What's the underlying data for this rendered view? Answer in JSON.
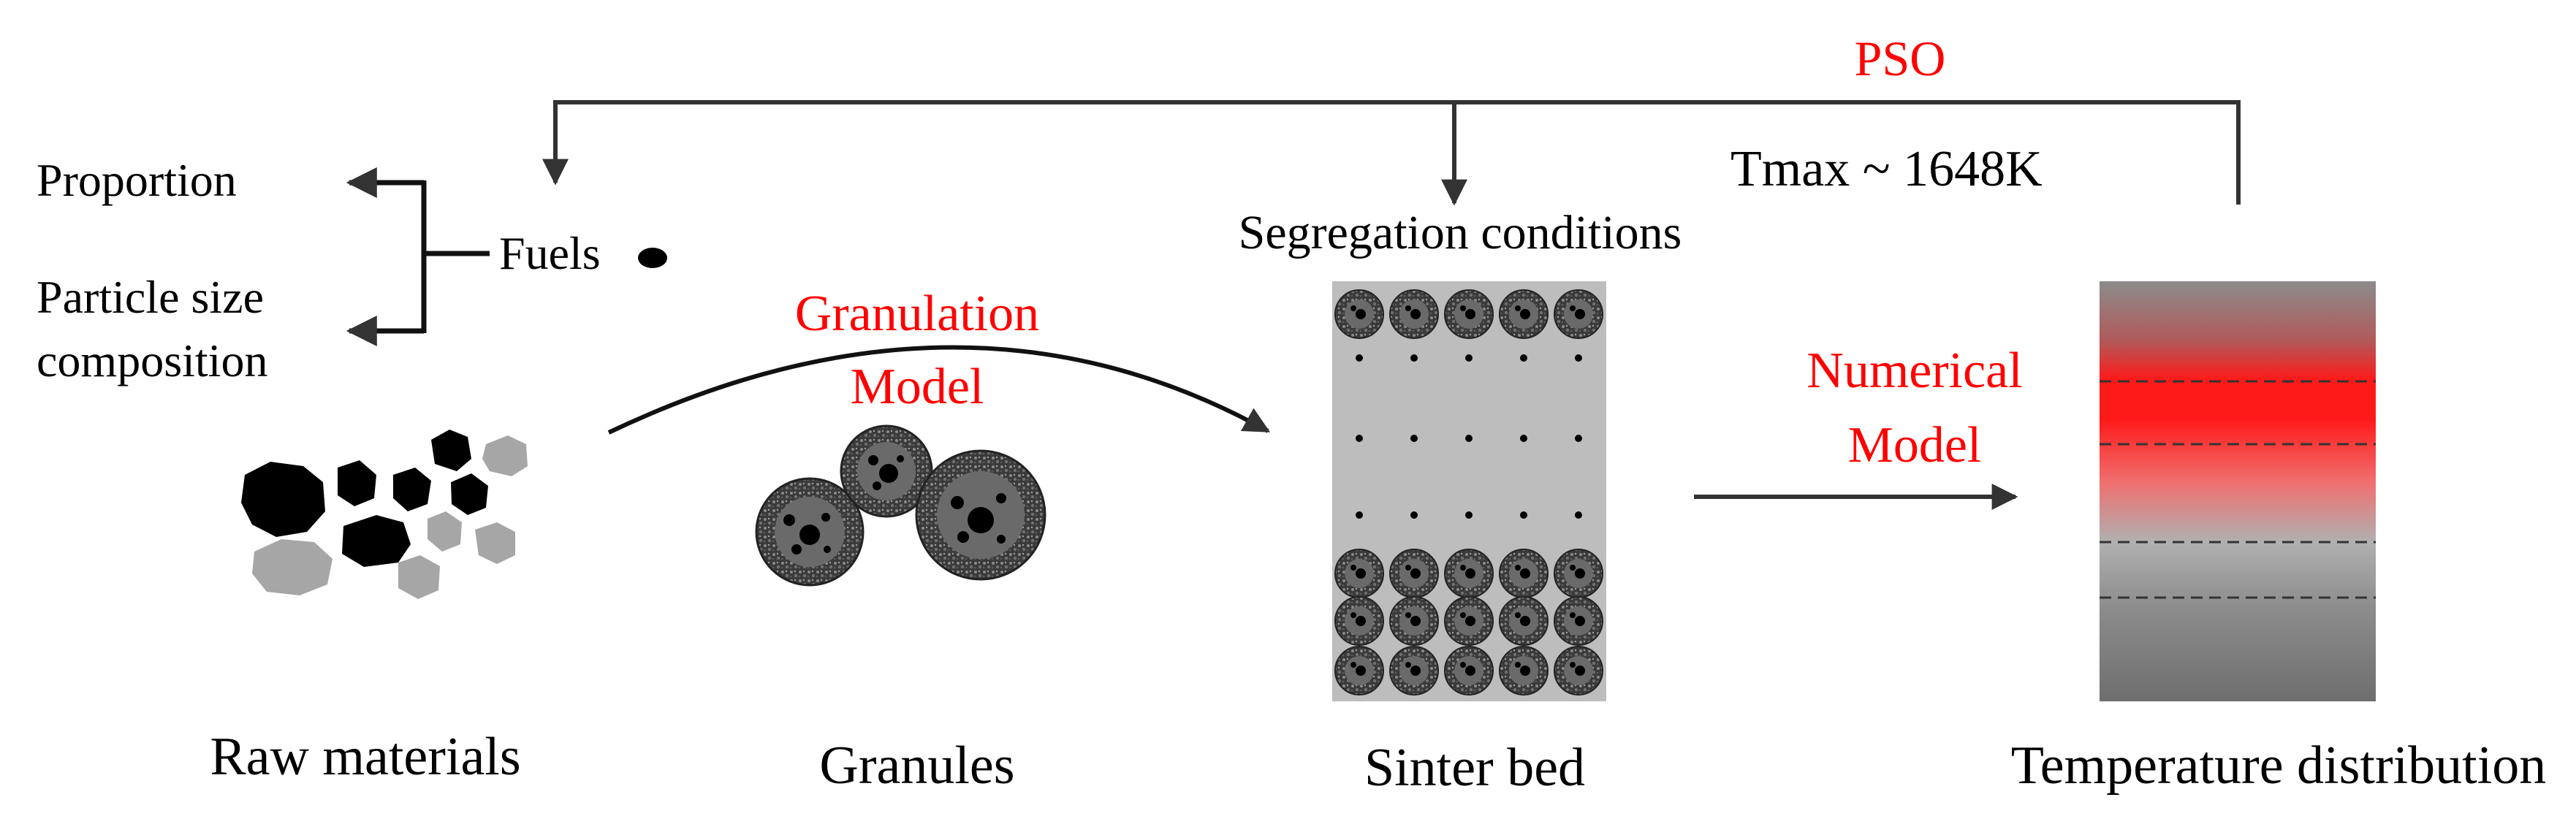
{
  "feedback": {
    "label": "PSO",
    "tmax": "Tmax ~ 1648K"
  },
  "fuels": {
    "label": "Fuels",
    "proportion": "Proportion",
    "particle_size_line1": "Particle size",
    "particle_size_line2": "composition"
  },
  "segregation": {
    "label": "Segregation conditions"
  },
  "granulation_model": {
    "line1": "Granulation",
    "line2": "Model"
  },
  "numerical_model": {
    "line1": "Numerical",
    "line2": "Model"
  },
  "captions": {
    "raw_materials": "Raw materials",
    "granules": "Granules",
    "sinter_bed": "Sinter bed",
    "temperature_distribution": "Temperature distribution"
  },
  "colors": {
    "accent_red": "#ff0000",
    "bed_gray": "#bdbdbd",
    "dark_particle": "#000000",
    "light_particle": "#a6a6a6"
  }
}
